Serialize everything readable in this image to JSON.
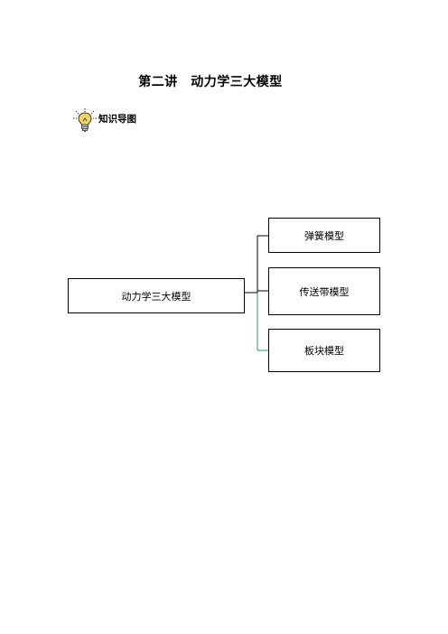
{
  "title": "第二讲 动力学三大模型",
  "section": {
    "icon": "lightbulb-icon",
    "label": "知识导图"
  },
  "diagram": {
    "root": "动力学三大模型",
    "children": [
      "弹簧模型",
      "传送带模型",
      "板块模型"
    ]
  },
  "colors": {
    "connector": "#000000",
    "connector_accent": "#2e8b8b",
    "bulb_fill": "#f2d26b"
  }
}
